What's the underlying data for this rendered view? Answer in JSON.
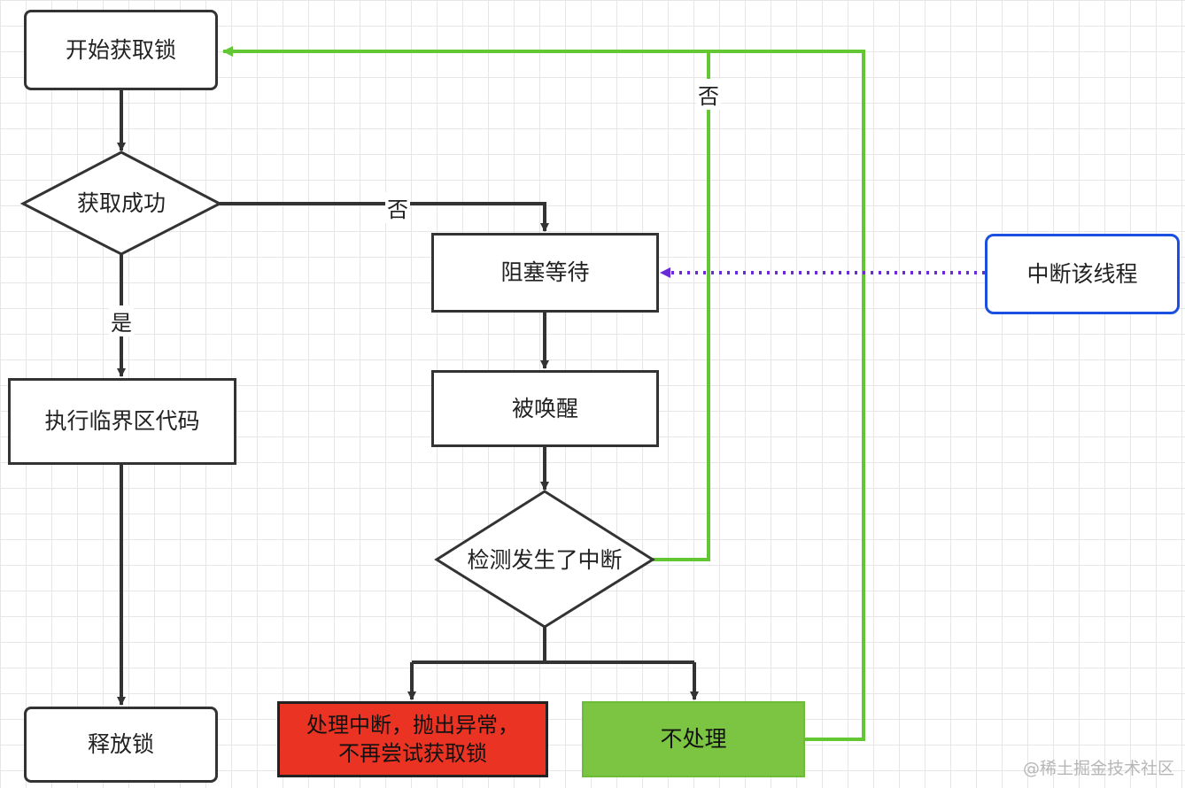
{
  "nodes": {
    "start": "开始获取锁",
    "acquired": "获取成功",
    "critical": "执行临界区代码",
    "release": "释放锁",
    "block_wait": "阻塞等待",
    "woken": "被唤醒",
    "check_interrupt": "检测发生了中断",
    "handle_interrupt": "处理中断，抛出异常，不再尝试获取锁",
    "ignore": "不处理",
    "interrupt_thread": "中断该线程"
  },
  "edge_labels": {
    "acquired_no": "否",
    "acquired_yes": "是",
    "interrupt_no": "否"
  },
  "watermark": "@稀土掘金技术社区",
  "colors": {
    "arrow": "#333333",
    "green_arrow": "#62c733",
    "purple_dotted": "#6a2bd6",
    "blue_border": "#1a4fe0",
    "red_fill": "#ea3323",
    "green_fill": "#7cc543"
  }
}
